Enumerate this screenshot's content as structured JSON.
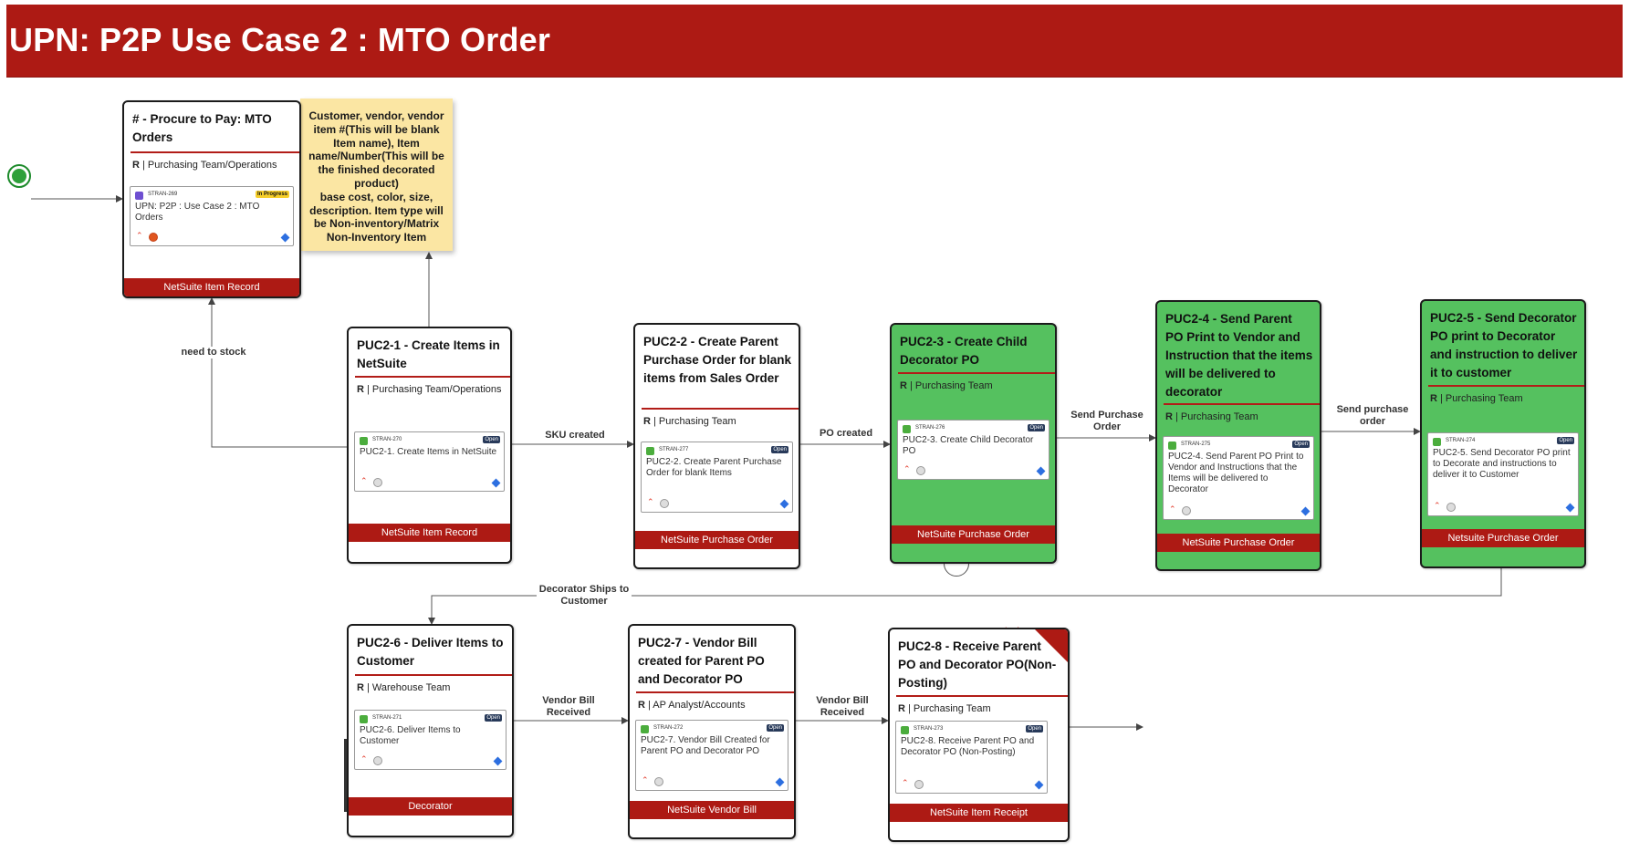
{
  "title": "UPN: P2P Use Case 2 : MTO Order",
  "note": "Customer, vendor, vendor item #(This will be blank Item name), Item name/Number(This will be the finished decorated product)\nbase cost, color, size, description. Item type will be Non-inventory/Matrix Non-Inventory Item",
  "nodes": {
    "n0": {
      "title": "# - Procure to Pay: MTO Orders",
      "r": "R",
      "team": "Purchasing Team/Operations",
      "key": "STRAN-269",
      "status": "In Progress",
      "summary": "UPN: P2P : Use Case 2 : MTO Orders",
      "footer": "NetSuite Item Record"
    },
    "n1": {
      "title": "PUC2-1 - Create Items in NetSuite",
      "r": "R",
      "team": "Purchasing Team/Operations",
      "key": "STRAN-270",
      "status": "Open",
      "summary": "PUC2-1. Create Items in NetSuite",
      "footer": "NetSuite Item Record"
    },
    "n2": {
      "title": "PUC2-2 - Create Parent Purchase Order for blank items from Sales Order",
      "r": "R",
      "team": "Purchasing Team",
      "key": "STRAN-277",
      "status": "Open",
      "summary": "PUC2-2. Create Parent Purchase Order for blank Items",
      "footer": "NetSuite Purchase Order"
    },
    "n3": {
      "title": "PUC2-3 - Create  Child Decorator PO",
      "r": "R",
      "team": "Purchasing Team",
      "key": "STRAN-276",
      "status": "Open",
      "summary": "PUC2-3. Create Child Decorator PO",
      "footer": "NetSuite Purchase Order"
    },
    "n4": {
      "title": "PUC2-4 - Send Parent PO Print to Vendor and Instruction that the items will be delivered to decorator",
      "r": "R",
      "team": "Purchasing Team",
      "key": "STRAN-275",
      "status": "Open",
      "summary": "PUC2-4. Send Parent PO Print to Vendor and Instructions that the Items will be delivered to Decorator",
      "footer": "NetSuite Purchase Order"
    },
    "n5": {
      "title": "PUC2-5 - Send Decorator PO print to Decorator and instruction to deliver it to customer",
      "r": "R",
      "team": "Purchasing Team",
      "key": "STRAN-274",
      "status": "Open",
      "summary": "PUC2-5. Send Decorator PO print to Decorate and instructions to deliver it to Customer",
      "footer": "Netsuite Purchase Order"
    },
    "n6": {
      "title": "PUC2-6 - Deliver Items to Customer",
      "r": "R",
      "team": "Warehouse Team",
      "key": "STRAN-271",
      "status": "Open",
      "summary": "PUC2-6. Deliver Items to Customer",
      "footer": "Decorator"
    },
    "n7": {
      "title": "PUC2-7 - Vendor Bill created for  Parent PO and  Decorator PO",
      "r": "R",
      "team": "AP Analyst/Accounts",
      "key": "STRAN-272",
      "status": "Open",
      "summary": "PUC2-7. Vendor Bill Created for Parent PO and Decorator PO",
      "footer": "NetSuite Vendor Bill"
    },
    "n8": {
      "title": "PUC2-8 - Receive Parent PO and Decorator PO(Non-Posting)",
      "r": "R",
      "team": "Purchasing Team",
      "key": "STRAN-273",
      "status": "Open",
      "summary": "PUC2-8. Receive Parent PO and Decorator PO (Non-Posting)",
      "footer": "NetSuite Item Receipt"
    }
  },
  "edges": {
    "need_to_stock": "need to stock",
    "sku_created": "SKU created",
    "po_created": "PO created",
    "send_purchase_order": "Send Purchase Order",
    "send_purchase_order_lower": "Send purchase order",
    "decorator_ships": "Decorator Ships to Customer",
    "vendor_bill_received_1": "Vendor Bill Received",
    "vendor_bill_received_2": "Vendor Bill Received"
  },
  "colors": {
    "header": "#ad1a14",
    "done_green": "#55c15f",
    "note_yellow": "#fbe6a3",
    "end_red": "#d3281c"
  },
  "icons": {
    "start": "start-circle-icon",
    "end": "end-x-icon",
    "comment": "comment-icon"
  }
}
